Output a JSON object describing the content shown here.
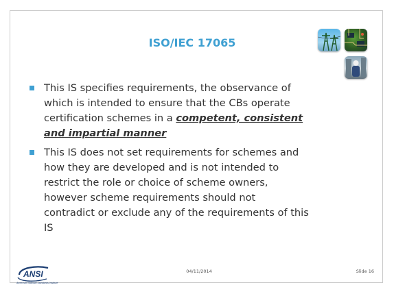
{
  "slide": {
    "title": "ISO/IEC 17065",
    "bullets": [
      {
        "text_before": "This IS specifies requirements, the observance of which is intended to ensure that the CBs operate certification schemes in a ",
        "emphasis": "competent, consistent and impartial manner"
      },
      {
        "text": "This IS does not set requirements for schemes and how they are developed and is not intended to restrict the role or choice of scheme owners, however scheme requirements should not contradict or exclude any of the requirements of this IS"
      }
    ],
    "images": [
      "power-line-photo",
      "circuit-board-photo",
      "engineer-photo"
    ]
  },
  "footer": {
    "logo_text": "ANSI",
    "logo_subtext": "American National Standards Institute",
    "date": "04/11/2014",
    "slide_number": "Slide 16"
  },
  "colors": {
    "accent": "#3fa0d2",
    "text": "#333333",
    "logo": "#1d3f73"
  }
}
